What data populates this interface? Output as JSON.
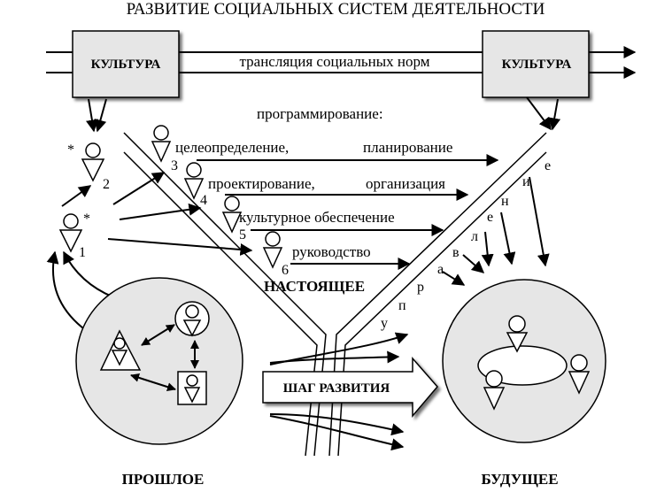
{
  "title": "РАЗВИТИЕ СОЦИАЛЬНЫХ СИСТЕМ ДЕЯТЕЛЬНОСТИ",
  "culture_left": "КУЛЬТУРА",
  "culture_right": "КУЛЬТУРА",
  "translation": "трансляция социальных норм",
  "programming": "программирование:",
  "activities": {
    "goal_setting": "целеопределение,",
    "planning": "планирование",
    "design": "проектирование,",
    "organization": "организация",
    "cultural_support": "культурное  обеспечение",
    "leadership": "руководство"
  },
  "numbers": [
    "1",
    "2",
    "3",
    "4",
    "5",
    "6"
  ],
  "stars": [
    "*",
    "*"
  ],
  "present": "НАСТОЯЩЕЕ",
  "step": "ШАГ РАЗВИТИЯ",
  "past": "ПРОШЛОЕ",
  "future": "БУДУЩЕЕ",
  "management_letters": [
    "у",
    "п",
    "р",
    "а",
    "в",
    "л",
    "е",
    "н",
    "и",
    "е"
  ]
}
